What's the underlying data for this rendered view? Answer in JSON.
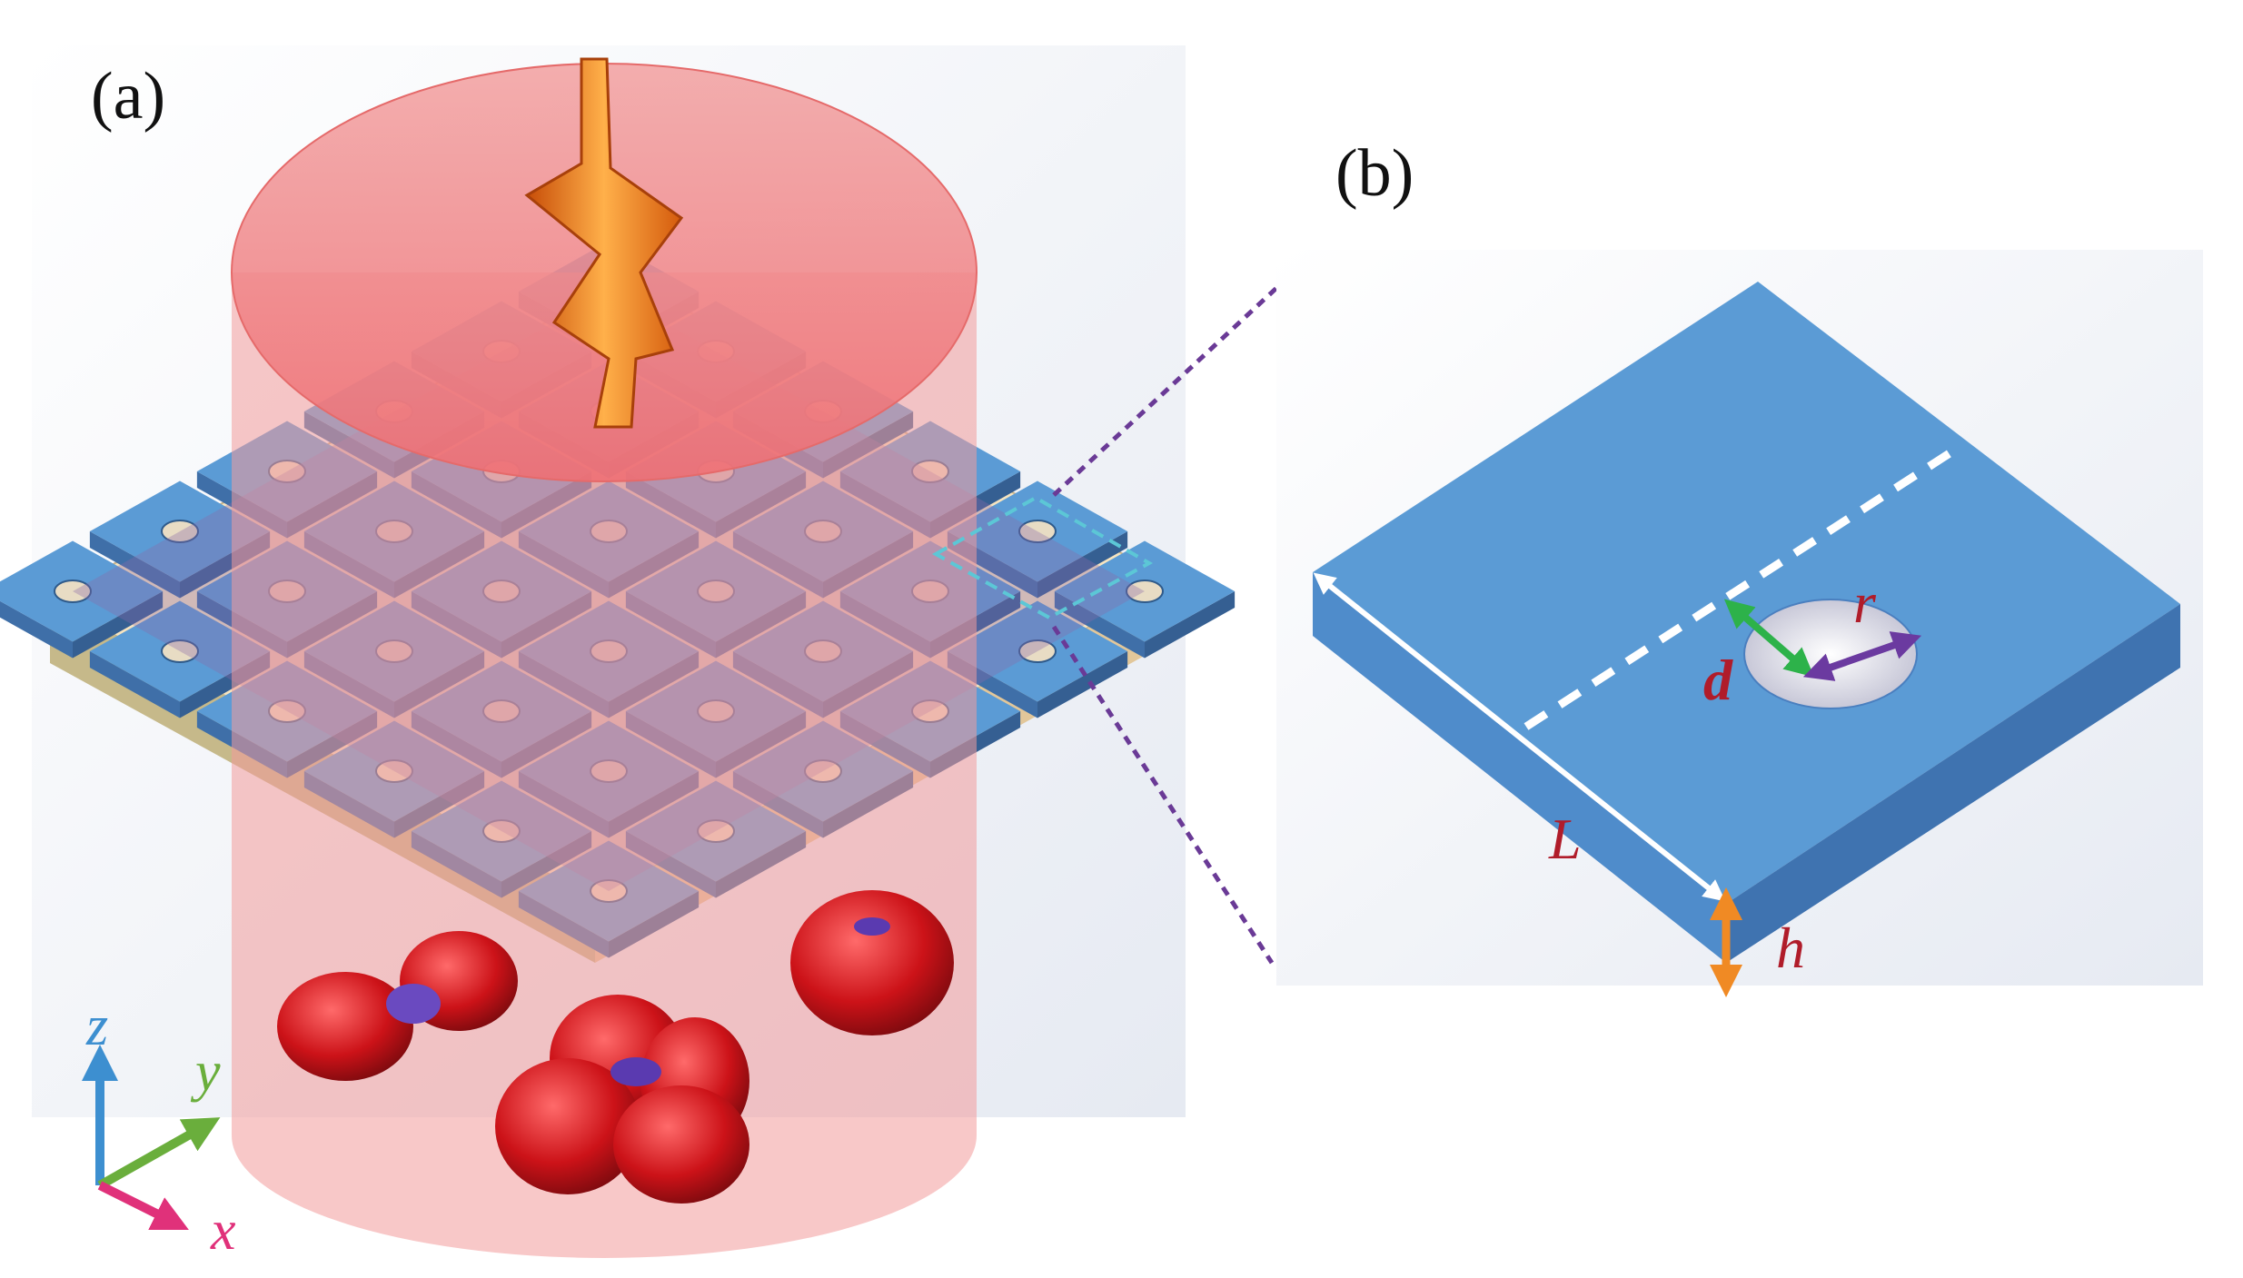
{
  "panels": {
    "a": {
      "label": "(a)"
    },
    "b": {
      "label": "(b)"
    }
  },
  "axes": {
    "z": {
      "label": "z",
      "color": "#3d8fd0"
    },
    "y": {
      "label": "y",
      "color": "#6aae3c"
    },
    "x": {
      "label": "x",
      "color": "#e0317a"
    }
  },
  "unit_cell": {
    "L": {
      "label": "L",
      "color": "#b01c2a"
    },
    "h": {
      "label": "h",
      "color": "#b01c2a"
    },
    "d": {
      "label": "d",
      "color": "#b01c2a"
    },
    "r": {
      "label": "r",
      "color": "#b01c2a"
    }
  },
  "colors": {
    "cell_blue": "#5b9bd5",
    "cell_overlay": "#8a6aa8",
    "substrate": "#f3dcb4",
    "beam": "#f29a9a",
    "zoom_line": "#6a3a96",
    "selection": "#5cc7d6",
    "arrow_white": "#ffffff",
    "arrow_green": "#2db24a",
    "arrow_purple": "#6b3aa0",
    "arrow_orange": "#f08a24",
    "lightning": "#e86a12"
  },
  "grid": {
    "rows": 5,
    "cols": 5
  }
}
